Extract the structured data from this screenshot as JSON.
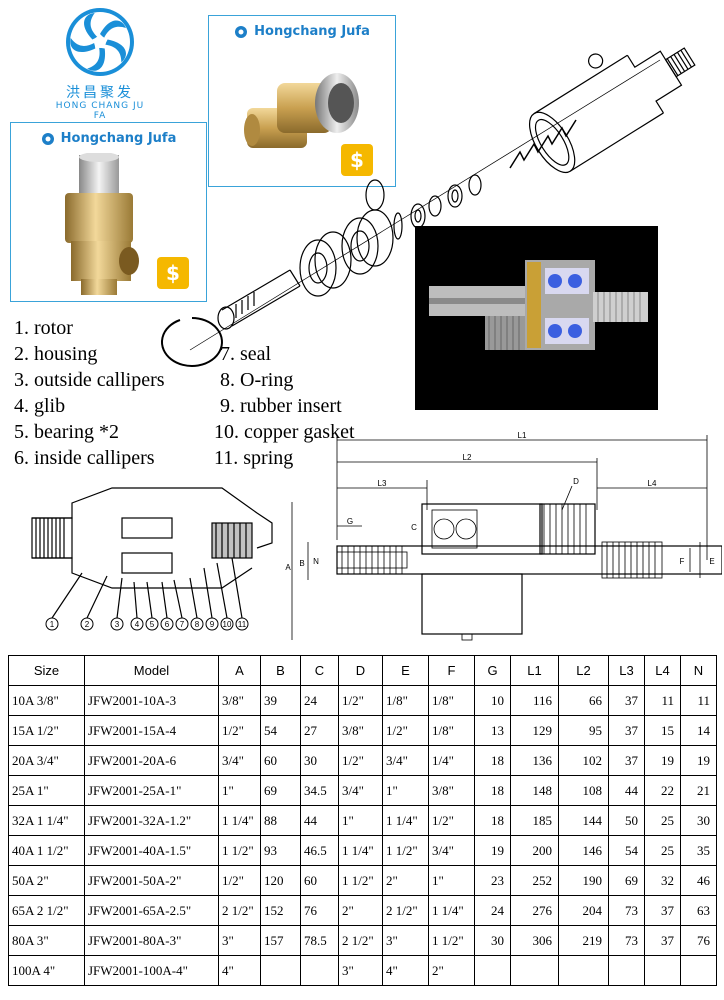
{
  "logo": {
    "chinese": "洪昌聚发",
    "english": "HONG CHANG JU FA"
  },
  "cards": {
    "brand": "Hongchang Jufa",
    "price_icon": "dollar-tag-icon"
  },
  "parts": {
    "left": [
      "1. rotor",
      "2. housing",
      "3. outside callipers",
      "4. glib",
      "5. bearing *2",
      "6. inside callipers"
    ],
    "right": [
      "7. seal",
      "8. O-ring",
      "9. rubber insert",
      "10. copper gasket",
      "11. spring"
    ]
  },
  "drawing": {
    "dims": {
      "L1": "L1",
      "L2": "L2",
      "L3": "L3",
      "L4": "L4",
      "G": "G",
      "C": "C",
      "D": "D",
      "A": "A",
      "B": "B",
      "N": "N",
      "E": "E",
      "F": "F"
    },
    "callouts": [
      "1",
      "2",
      "3",
      "4",
      "5",
      "6",
      "7",
      "8",
      "9",
      "10",
      "11"
    ]
  },
  "table": {
    "headers": [
      "Size",
      "Model",
      "A",
      "B",
      "C",
      "D",
      "E",
      "F",
      "G",
      "L1",
      "L2",
      "L3",
      "L4",
      "N"
    ],
    "rows": [
      [
        "10A 3/8\"",
        "JFW2001-10A-3",
        "3/8\"",
        "39",
        "24",
        "1/2\"",
        "1/8\"",
        "1/8\"",
        "10",
        "116",
        "66",
        "37",
        "11",
        "11"
      ],
      [
        "15A 1/2\"",
        "JFW2001-15A-4",
        "1/2\"",
        "54",
        "27",
        "3/8\"",
        "1/2\"",
        "1/8\"",
        "13",
        "129",
        "95",
        "37",
        "15",
        "14"
      ],
      [
        "20A 3/4\"",
        "JFW2001-20A-6",
        "3/4\"",
        "60",
        "30",
        "1/2\"",
        "3/4\"",
        "1/4\"",
        "18",
        "136",
        "102",
        "37",
        "19",
        "19"
      ],
      [
        "25A 1\"",
        "JFW2001-25A-1\"",
        "1\"",
        "69",
        "34.5",
        "3/4\"",
        "1\"",
        "3/8\"",
        "18",
        "148",
        "108",
        "44",
        "22",
        "21"
      ],
      [
        "32A 1 1/4\"",
        "JFW2001-32A-1.2\"",
        "1 1/4\"",
        "88",
        "44",
        "1\"",
        "1 1/4\"",
        "1/2\"",
        "18",
        "185",
        "144",
        "50",
        "25",
        "30"
      ],
      [
        "40A 1 1/2\"",
        "JFW2001-40A-1.5\"",
        "1 1/2\"",
        "93",
        "46.5",
        "1 1/4\"",
        "1 1/2\"",
        "3/4\"",
        "19",
        "200",
        "146",
        "54",
        "25",
        "35"
      ],
      [
        "50A 2\"",
        "JFW2001-50A-2\"",
        "1/2\"",
        "120",
        "60",
        "1 1/2\"",
        "2\"",
        "1\"",
        "23",
        "252",
        "190",
        "69",
        "32",
        "46"
      ],
      [
        "65A 2 1/2\"",
        "JFW2001-65A-2.5\"",
        "2 1/2\"",
        "152",
        "76",
        "2\"",
        "2 1/2\"",
        "1 1/4\"",
        "24",
        "276",
        "204",
        "73",
        "37",
        "63"
      ],
      [
        "80A 3\"",
        "JFW2001-80A-3\"",
        "3\"",
        "157",
        "78.5",
        "2 1/2\"",
        "3\"",
        "1 1/2\"",
        "30",
        "306",
        "219",
        "73",
        "37",
        "76"
      ],
      [
        "100A 4\"",
        "JFW2001-100A-4\"",
        "4\"",
        "",
        "",
        "3\"",
        "4\"",
        "2\"",
        "",
        "",
        "",
        "",
        "",
        ""
      ]
    ]
  }
}
